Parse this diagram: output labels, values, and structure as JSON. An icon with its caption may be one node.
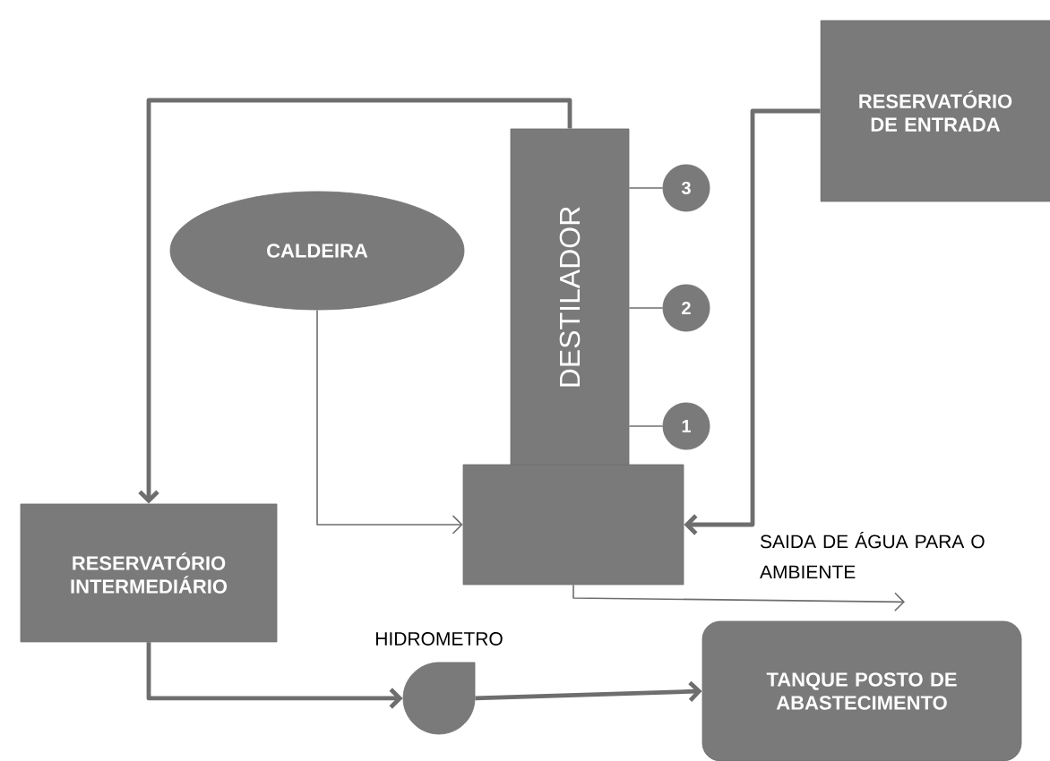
{
  "diagram": {
    "nodes": [
      {
        "text": [
          "RESERVATÓRIO DE ENTRADA"
        ]
      },
      {
        "text": [
          "DESTILADOR"
        ]
      },
      {
        "text": [
          "3"
        ]
      },
      {
        "text": [
          "CALDEIRA"
        ]
      },
      {
        "text": [
          "2"
        ]
      },
      {
        "text": [
          "1"
        ]
      },
      {
        "text": [],
        "shape": "box"
      },
      {
        "text": [
          "SAIDA DE ÁGUA PARA O AMBIENTE"
        ]
      },
      {
        "text": [
          "RESERVATÓRIO INTERMEDIÁRIO"
        ]
      },
      {
        "text": [],
        "shape": "drop",
        "beside": [
          "HIDROMETRO"
        ]
      },
      {
        "text": [
          "TANQUE POSTO DE ABASTECIMENTO"
        ]
      }
    ],
    "edges": [
      {
        "from": 1,
        "to": 8,
        "arrow": "to",
        "style": "thick"
      },
      {
        "from": 1,
        "to": 2,
        "arrow": "none"
      },
      {
        "from": 3,
        "to": 6,
        "arrow": "to"
      },
      {
        "from": 1,
        "to": 4,
        "arrow": "none"
      },
      {
        "from": 1,
        "to": 5,
        "arrow": "none"
      },
      {
        "from": 0,
        "to": 6,
        "arrow": "to",
        "style": "thick"
      },
      {
        "from": 6,
        "to": 7,
        "arrow": "to"
      },
      {
        "from": 8,
        "to": 9,
        "arrow": "to",
        "style": "thick"
      },
      {
        "from": 9,
        "to": 10,
        "arrow": "to",
        "style": "thick"
      }
    ]
  }
}
